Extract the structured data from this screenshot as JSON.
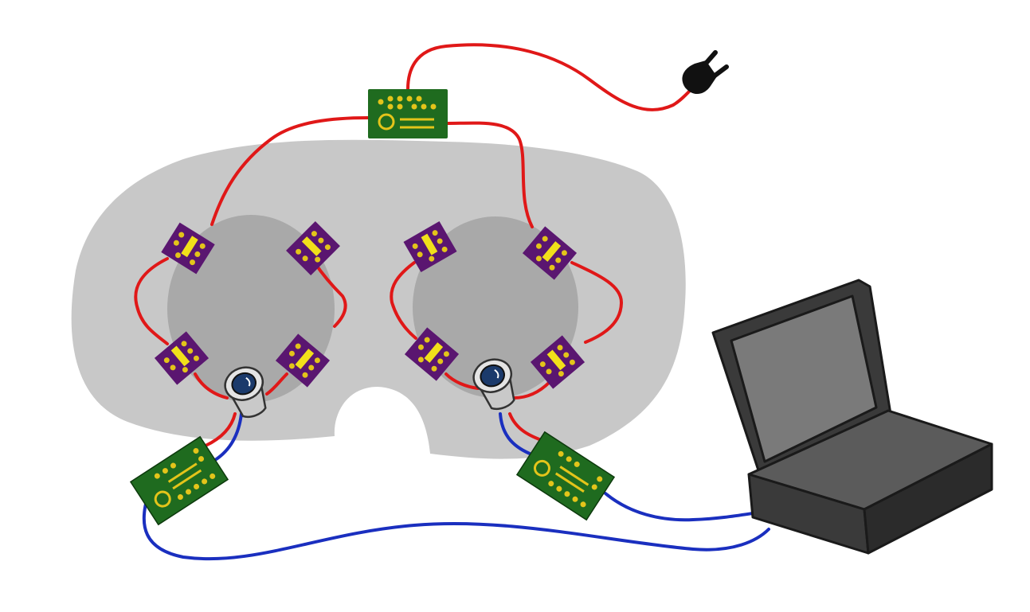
{
  "colors": {
    "background": "#ffffff",
    "mask": "#c8c8c8",
    "lens": "#a9a9a9",
    "power_wire": "#e01818",
    "data_wire": "#1a2fbf",
    "pcb_green": "#1f6b1f",
    "pcb_trace": "#e3c41a",
    "led_purple": "#5a1670",
    "led_chip": "#f1e01a",
    "camera_body": "#c9c9c9",
    "camera_lens": "#1b3a6b",
    "laptop_dark": "#3a3a3a",
    "laptop_mid": "#5b5b5b",
    "laptop_screen": "#7a7a7a",
    "plug": "#111111"
  },
  "components": {
    "mask": "goggle-mask",
    "power_board": "power-pcb",
    "left_camera": "camera",
    "right_camera": "camera",
    "left_board": "camera-pcb",
    "right_board": "camera-pcb",
    "laptop": "laptop",
    "plug": "power-plug",
    "led_count": 8
  }
}
